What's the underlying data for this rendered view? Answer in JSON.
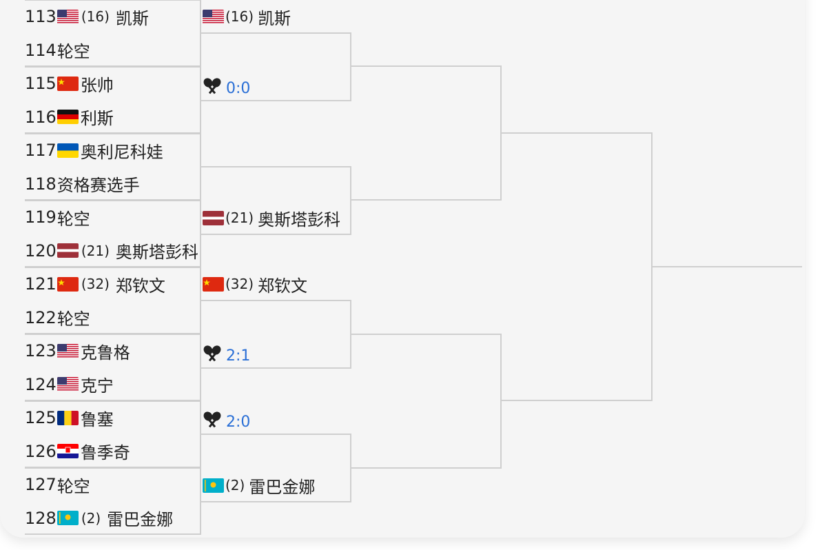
{
  "round1": [
    {
      "num": "113",
      "flag": "us",
      "seed": "(16)",
      "name": "凯斯"
    },
    {
      "num": "114",
      "flag": null,
      "seed": "",
      "name": "轮空"
    },
    {
      "num": "115",
      "flag": "cn",
      "seed": "",
      "name": "张帅"
    },
    {
      "num": "116",
      "flag": "de",
      "seed": "",
      "name": "利斯"
    },
    {
      "num": "117",
      "flag": "ua",
      "seed": "",
      "name": "奥利尼科娃"
    },
    {
      "num": "118",
      "flag": null,
      "seed": "",
      "name": "资格赛选手"
    },
    {
      "num": "119",
      "flag": null,
      "seed": "",
      "name": "轮空"
    },
    {
      "num": "120",
      "flag": "lv",
      "seed": "(21)",
      "name": "奥斯塔彭科"
    },
    {
      "num": "121",
      "flag": "cn",
      "seed": "(32)",
      "name": "郑钦文"
    },
    {
      "num": "122",
      "flag": null,
      "seed": "",
      "name": "轮空"
    },
    {
      "num": "123",
      "flag": "us",
      "seed": "",
      "name": "克鲁格"
    },
    {
      "num": "124",
      "flag": "us",
      "seed": "",
      "name": "克宁"
    },
    {
      "num": "125",
      "flag": "ro",
      "seed": "",
      "name": "鲁塞"
    },
    {
      "num": "126",
      "flag": "hr",
      "seed": "",
      "name": "鲁季奇"
    },
    {
      "num": "127",
      "flag": null,
      "seed": "",
      "name": "轮空"
    },
    {
      "num": "128",
      "flag": "kz",
      "seed": "(2)",
      "name": "雷巴金娜"
    }
  ],
  "round2": [
    {
      "flag": "us",
      "seed": "(16)",
      "name": "凯斯"
    },
    {
      "flag": "lv",
      "seed": "(21)",
      "name": "奥斯塔彭科"
    },
    {
      "flag": "cn",
      "seed": "(32)",
      "name": "郑钦文"
    },
    {
      "flag": "kz",
      "seed": "(2)",
      "name": "雷巴金娜"
    }
  ],
  "scores": [
    "0:0",
    "2:1",
    "2:0"
  ],
  "icons": {
    "match": "crossed-rackets-icon"
  },
  "colors": {
    "score": "#2a6fd6",
    "line": "#cfcfcf",
    "background": "#f5f5f5"
  }
}
